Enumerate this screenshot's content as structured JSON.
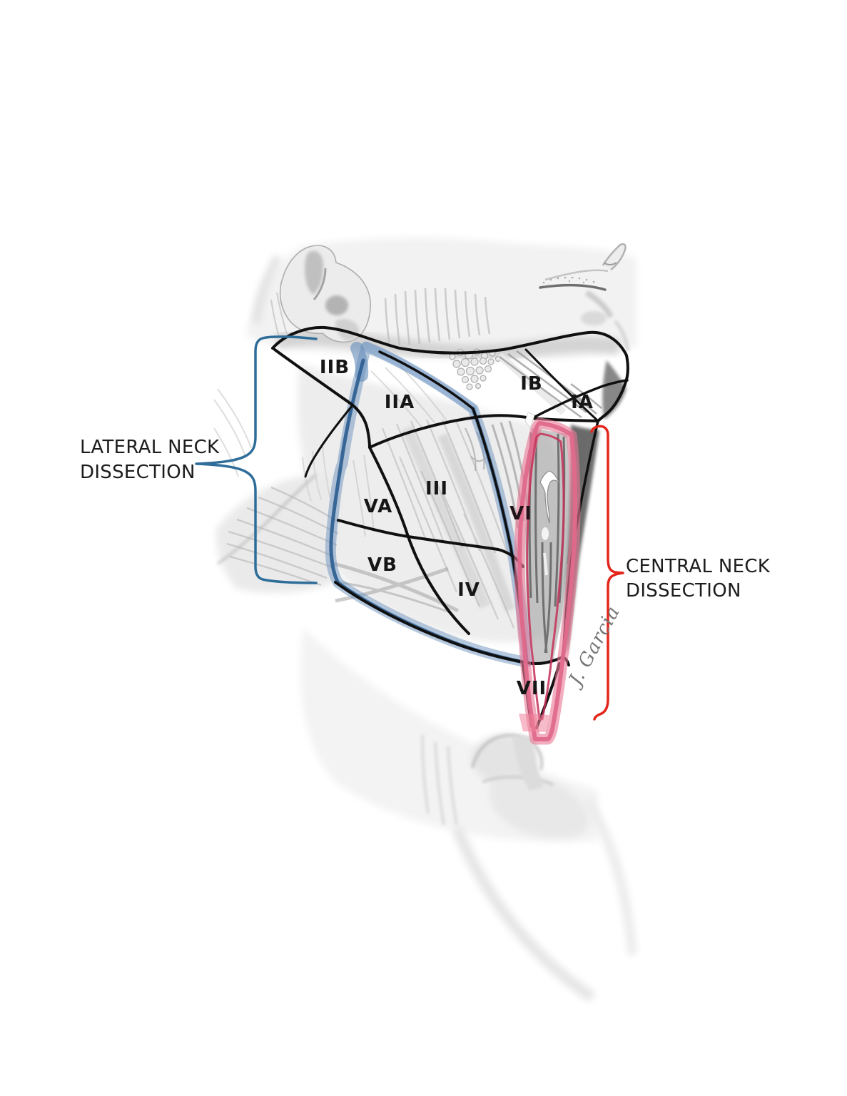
{
  "annotations": {
    "lateral": {
      "line1": "LATERAL NECK",
      "line2": "DISSECTION"
    },
    "central": {
      "line1": "CENTRAL NECK",
      "line2": "DISSECTION"
    }
  },
  "regions": [
    {
      "label": "IIB"
    },
    {
      "label": "IIA"
    },
    {
      "label": "IB"
    },
    {
      "label": "IA"
    },
    {
      "label": "III"
    },
    {
      "label": "VA"
    },
    {
      "label": "VB"
    },
    {
      "label": "IV"
    },
    {
      "label": "VI"
    },
    {
      "label": "VII"
    }
  ],
  "signature": "J. Garcia",
  "colors": {
    "lateral_band": "#6c91be",
    "lateral_band_dark": "#2b5c8f",
    "lateral_bracket": "#2e6d99",
    "central_band": "#e06a8c",
    "central_band_dark": "#c73058",
    "central_bracket": "#e3261b",
    "zone_outline": "#101010",
    "label_text": "#161616",
    "annotation_text": "#1c1c1c",
    "signature_text": "#757575"
  }
}
